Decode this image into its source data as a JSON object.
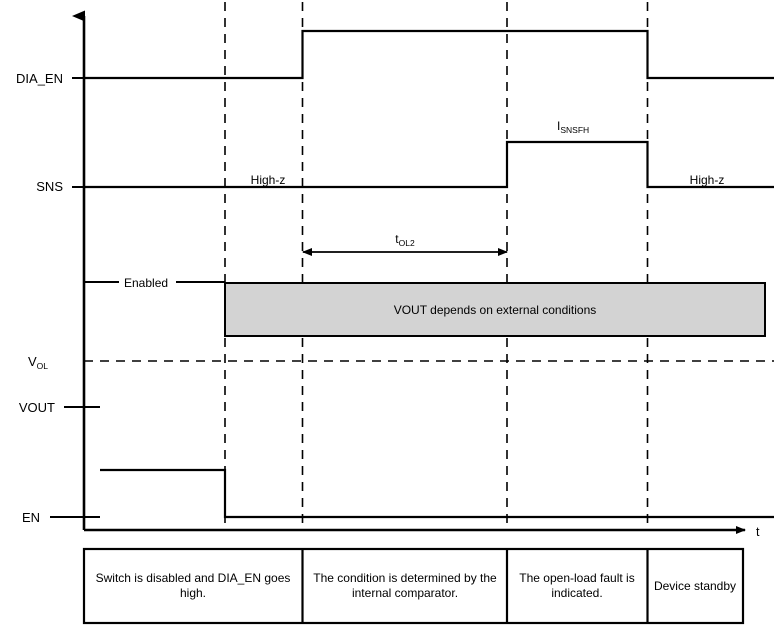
{
  "diagram": {
    "type": "timing-waveform",
    "title": "",
    "axes": {
      "x_label": "t",
      "y_label": ""
    },
    "signals": [
      {
        "id": "dia_en",
        "label": "DIA_EN"
      },
      {
        "id": "sns",
        "label": "SNS"
      },
      {
        "id": "vout",
        "label": "VOUT"
      },
      {
        "id": "en",
        "label": "EN"
      }
    ],
    "level_labels": [
      {
        "id": "vol",
        "label": "V",
        "sub": "OL"
      },
      {
        "id": "enabled",
        "label": "Enabled",
        "sub": ""
      }
    ],
    "annotations": [
      {
        "id": "high-z-1",
        "text": "High-z"
      },
      {
        "id": "high-z-2",
        "text": "High-z"
      },
      {
        "id": "isnsfh",
        "base": "I",
        "sub": "SNSFH"
      },
      {
        "id": "tol2",
        "base": "t",
        "sub": "OL2"
      },
      {
        "id": "vout-band",
        "text": "VOUT depends on external conditions"
      }
    ],
    "captions": [
      {
        "id": "phase-1",
        "line1": "Switch is disabled and DIA_EN goes",
        "line2": "high."
      },
      {
        "id": "phase-2",
        "line1": "The condition is determined by the",
        "line2": "internal comparator."
      },
      {
        "id": "phase-3",
        "line1": "The open-load fault is",
        "line2": "indicated."
      },
      {
        "id": "phase-4",
        "line1": "Device standby",
        "line2": ""
      }
    ],
    "colors": {
      "line": "#000000",
      "band_fill": "#d3d3d3",
      "background": "#ffffff"
    }
  }
}
